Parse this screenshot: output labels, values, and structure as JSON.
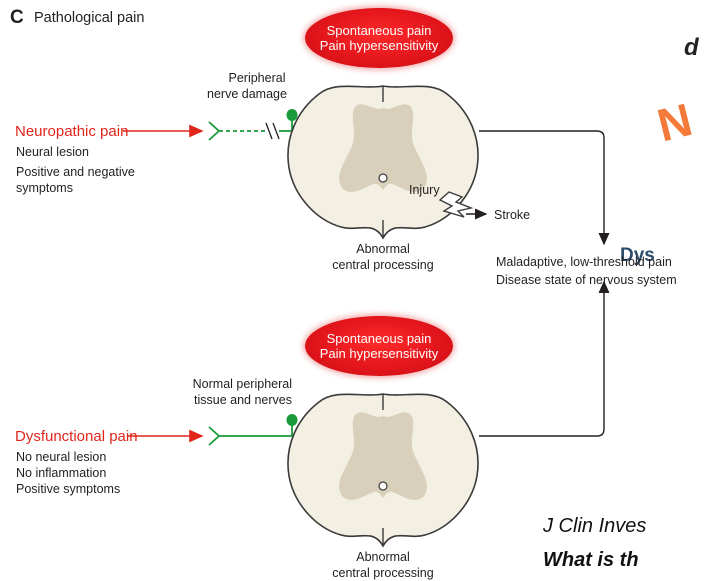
{
  "panel": {
    "letter": "C",
    "title": "Pathological pain"
  },
  "top": {
    "oval_line1": "Spontaneous pain",
    "oval_line2": "Pain hypersensitivity",
    "damage_line1": "Peripheral",
    "damage_line2": "nerve damage",
    "pain_type": "Neuropathic pain",
    "desc1": "Neural lesion",
    "desc2": "Positive and negative",
    "desc3": "symptoms",
    "injury": "Injury",
    "stroke": "Stroke",
    "processing1": "Abnormal",
    "processing2": "central processing"
  },
  "bottom": {
    "oval_line1": "Spontaneous pain",
    "oval_line2": "Pain hypersensitivity",
    "nerves_line1": "Normal peripheral",
    "nerves_line2": "tissue and nerves",
    "pain_type": "Dysfunctional pain",
    "desc1": "No neural lesion",
    "desc2": "No inflammation",
    "desc3": "Positive symptoms",
    "processing1": "Abnormal",
    "processing2": "central processing"
  },
  "merge": {
    "line1": "Maladaptive, low-threshold pain",
    "line2": "Disease state of nervous system"
  },
  "side": {
    "d": "d",
    "n": "N",
    "dys": "Dys",
    "j": "J Clin Inves",
    "w": "What is th"
  },
  "colors": {
    "red": "#e0261b",
    "green": "#1a9a3a",
    "cord": "#f3efe2",
    "grey": "#d8d0bb"
  }
}
